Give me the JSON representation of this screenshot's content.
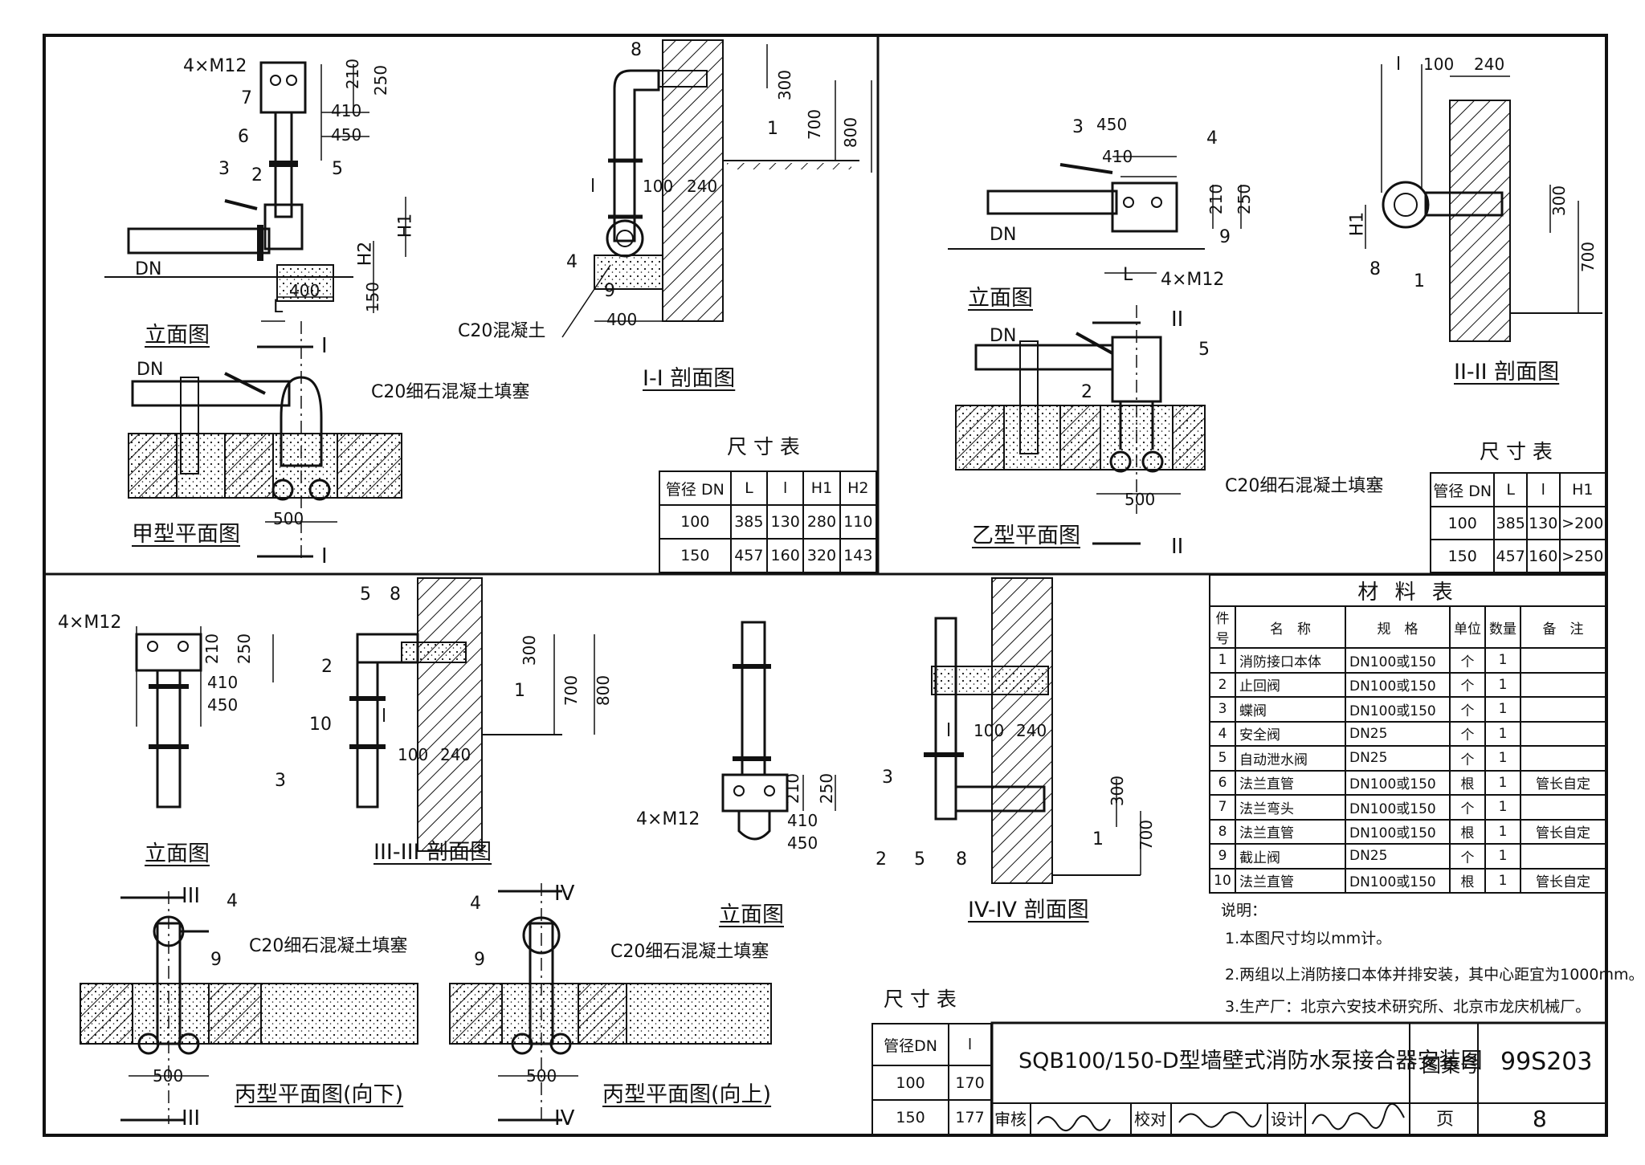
{
  "labels": {
    "m12": "4×M12",
    "dn": "DN",
    "front_view": "立面图",
    "plan_a": "甲型平面图",
    "plan_b": "乙型平面图",
    "plan_c_down": "丙型平面图(向下)",
    "plan_c_up": "丙型平面图(向上)",
    "sec_1": "I-I 剖面图",
    "sec_2": "II-II 剖面图",
    "sec_3": "III-III 剖面图",
    "sec_4": "IV-IV 剖面图",
    "c20": "C20混凝土",
    "c20_fill": "C20细石混凝土填塞",
    "l_small": "l",
    "L": "L",
    "H1": "H1",
    "H2": "H2",
    "mark_1": "I",
    "mark_2": "II",
    "mark_3": "III",
    "mark_4": "IV"
  },
  "dims": {
    "d100": "100",
    "d150": "150",
    "d210": "210",
    "d240": "240",
    "d250": "250",
    "d300": "300",
    "d400": "400",
    "d410": "410",
    "d450": "450",
    "d500": "500",
    "d700": "700",
    "d800": "800"
  },
  "callouts": [
    "1",
    "2",
    "3",
    "4",
    "5",
    "6",
    "7",
    "8",
    "9",
    "10"
  ],
  "size_table_a": {
    "title": "尺 寸 表",
    "headers": [
      "管径 DN",
      "L",
      "l",
      "H1",
      "H2"
    ],
    "rows": [
      [
        "100",
        "385",
        "130",
        "280",
        "110"
      ],
      [
        "150",
        "457",
        "160",
        "320",
        "143"
      ]
    ]
  },
  "size_table_b": {
    "title": "尺 寸 表",
    "headers": [
      "管径 DN",
      "L",
      "l",
      "H1"
    ],
    "rows": [
      [
        "100",
        "385",
        "130",
        ">200"
      ],
      [
        "150",
        "457",
        "160",
        ">250"
      ]
    ]
  },
  "size_table_c": {
    "title": "尺 寸 表",
    "headers": [
      "管径DN",
      "l"
    ],
    "rows": [
      [
        "100",
        "170"
      ],
      [
        "150",
        "177"
      ]
    ]
  },
  "materials": {
    "title": "材 料 表",
    "headers": [
      "件号",
      "名　称",
      "规　格",
      "单位",
      "数量",
      "备　注"
    ],
    "rows": [
      [
        "1",
        "消防接口本体",
        "DN100或150",
        "个",
        "1",
        ""
      ],
      [
        "2",
        "止回阀",
        "DN100或150",
        "个",
        "1",
        ""
      ],
      [
        "3",
        "蝶阀",
        "DN100或150",
        "个",
        "1",
        ""
      ],
      [
        "4",
        "安全阀",
        "DN25",
        "个",
        "1",
        ""
      ],
      [
        "5",
        "自动泄水阀",
        "DN25",
        "个",
        "1",
        ""
      ],
      [
        "6",
        "法兰直管",
        "DN100或150",
        "根",
        "1",
        "管长自定"
      ],
      [
        "7",
        "法兰弯头",
        "DN100或150",
        "个",
        "1",
        ""
      ],
      [
        "8",
        "法兰直管",
        "DN100或150",
        "根",
        "1",
        "管长自定"
      ],
      [
        "9",
        "截止阀",
        "DN25",
        "个",
        "1",
        ""
      ],
      [
        "10",
        "法兰直管",
        "DN100或150",
        "根",
        "1",
        "管长自定"
      ]
    ]
  },
  "notes": {
    "title": "说明：",
    "items": [
      "1.本图尺寸均以mm计。",
      "2.两组以上消防接口本体并排安装，其中心距宜为1000mm。",
      "3.生产厂：北京六安技术研究所、北京市龙庆机械厂。"
    ]
  },
  "title_block": {
    "drawing_title": "SQB100/150-D型墙壁式消防水泵接合器安装图",
    "atlas_label": "图集号",
    "atlas_no": "99S203",
    "review": "审核",
    "check": "校对",
    "design": "设计",
    "page_label": "页",
    "page_no": "8"
  }
}
